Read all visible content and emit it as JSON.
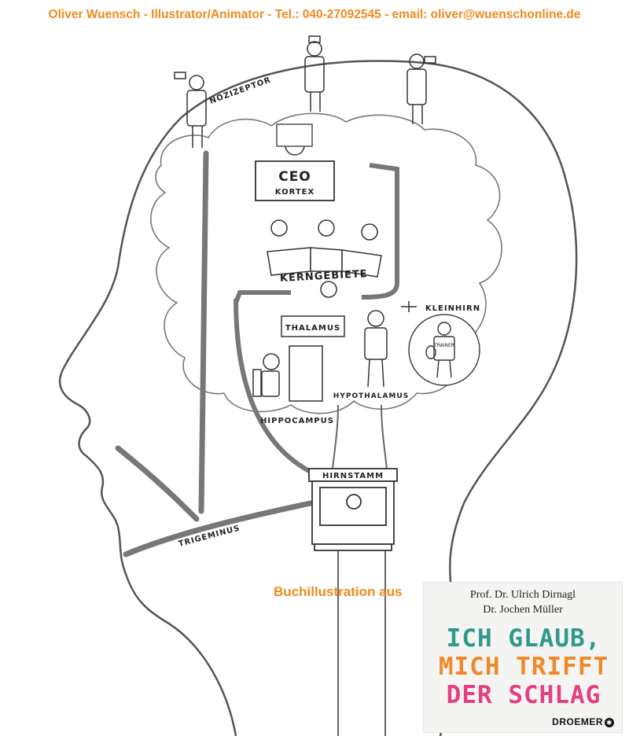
{
  "header": {
    "credit": "Oliver Wuensch - Illustrator/Animator - Tel.: 040-27092545 - email: oliver@wuenschonline.de"
  },
  "labels": {
    "nozizeptor": "NOZIZEPTOR",
    "ceo": "CEO",
    "kortex": "KORTEX",
    "kerngebiete": "KERNGEBIETE",
    "thalamus": "THALAMUS",
    "kleinhirn": "KLEINHIRN",
    "trainer": "TRAINER",
    "hypothalamus": "HYPOTHALAMUS",
    "hippocampus": "HIPPOCAMPUS",
    "hirnstamm": "HIRNSTAMM",
    "trigeminus": "TRIGEMINUS"
  },
  "promo": {
    "text": "Buchillustration aus"
  },
  "book": {
    "author1": "Prof. Dr. Ulrich Dirnagl",
    "author2": "Dr. Jochen Müller",
    "title_line1": "ICH GLAUB,",
    "title_line2": "MICH TRIFFT",
    "title_line3": "DER SCHLAG",
    "publisher": "DROEMER",
    "publisher_mark": "✱",
    "colors": {
      "line1": "#2f9a8c",
      "line2": "#f0892a",
      "line3": "#e4407f"
    }
  },
  "colors": {
    "accent": "#f08a1c",
    "stroke": "#555555"
  }
}
